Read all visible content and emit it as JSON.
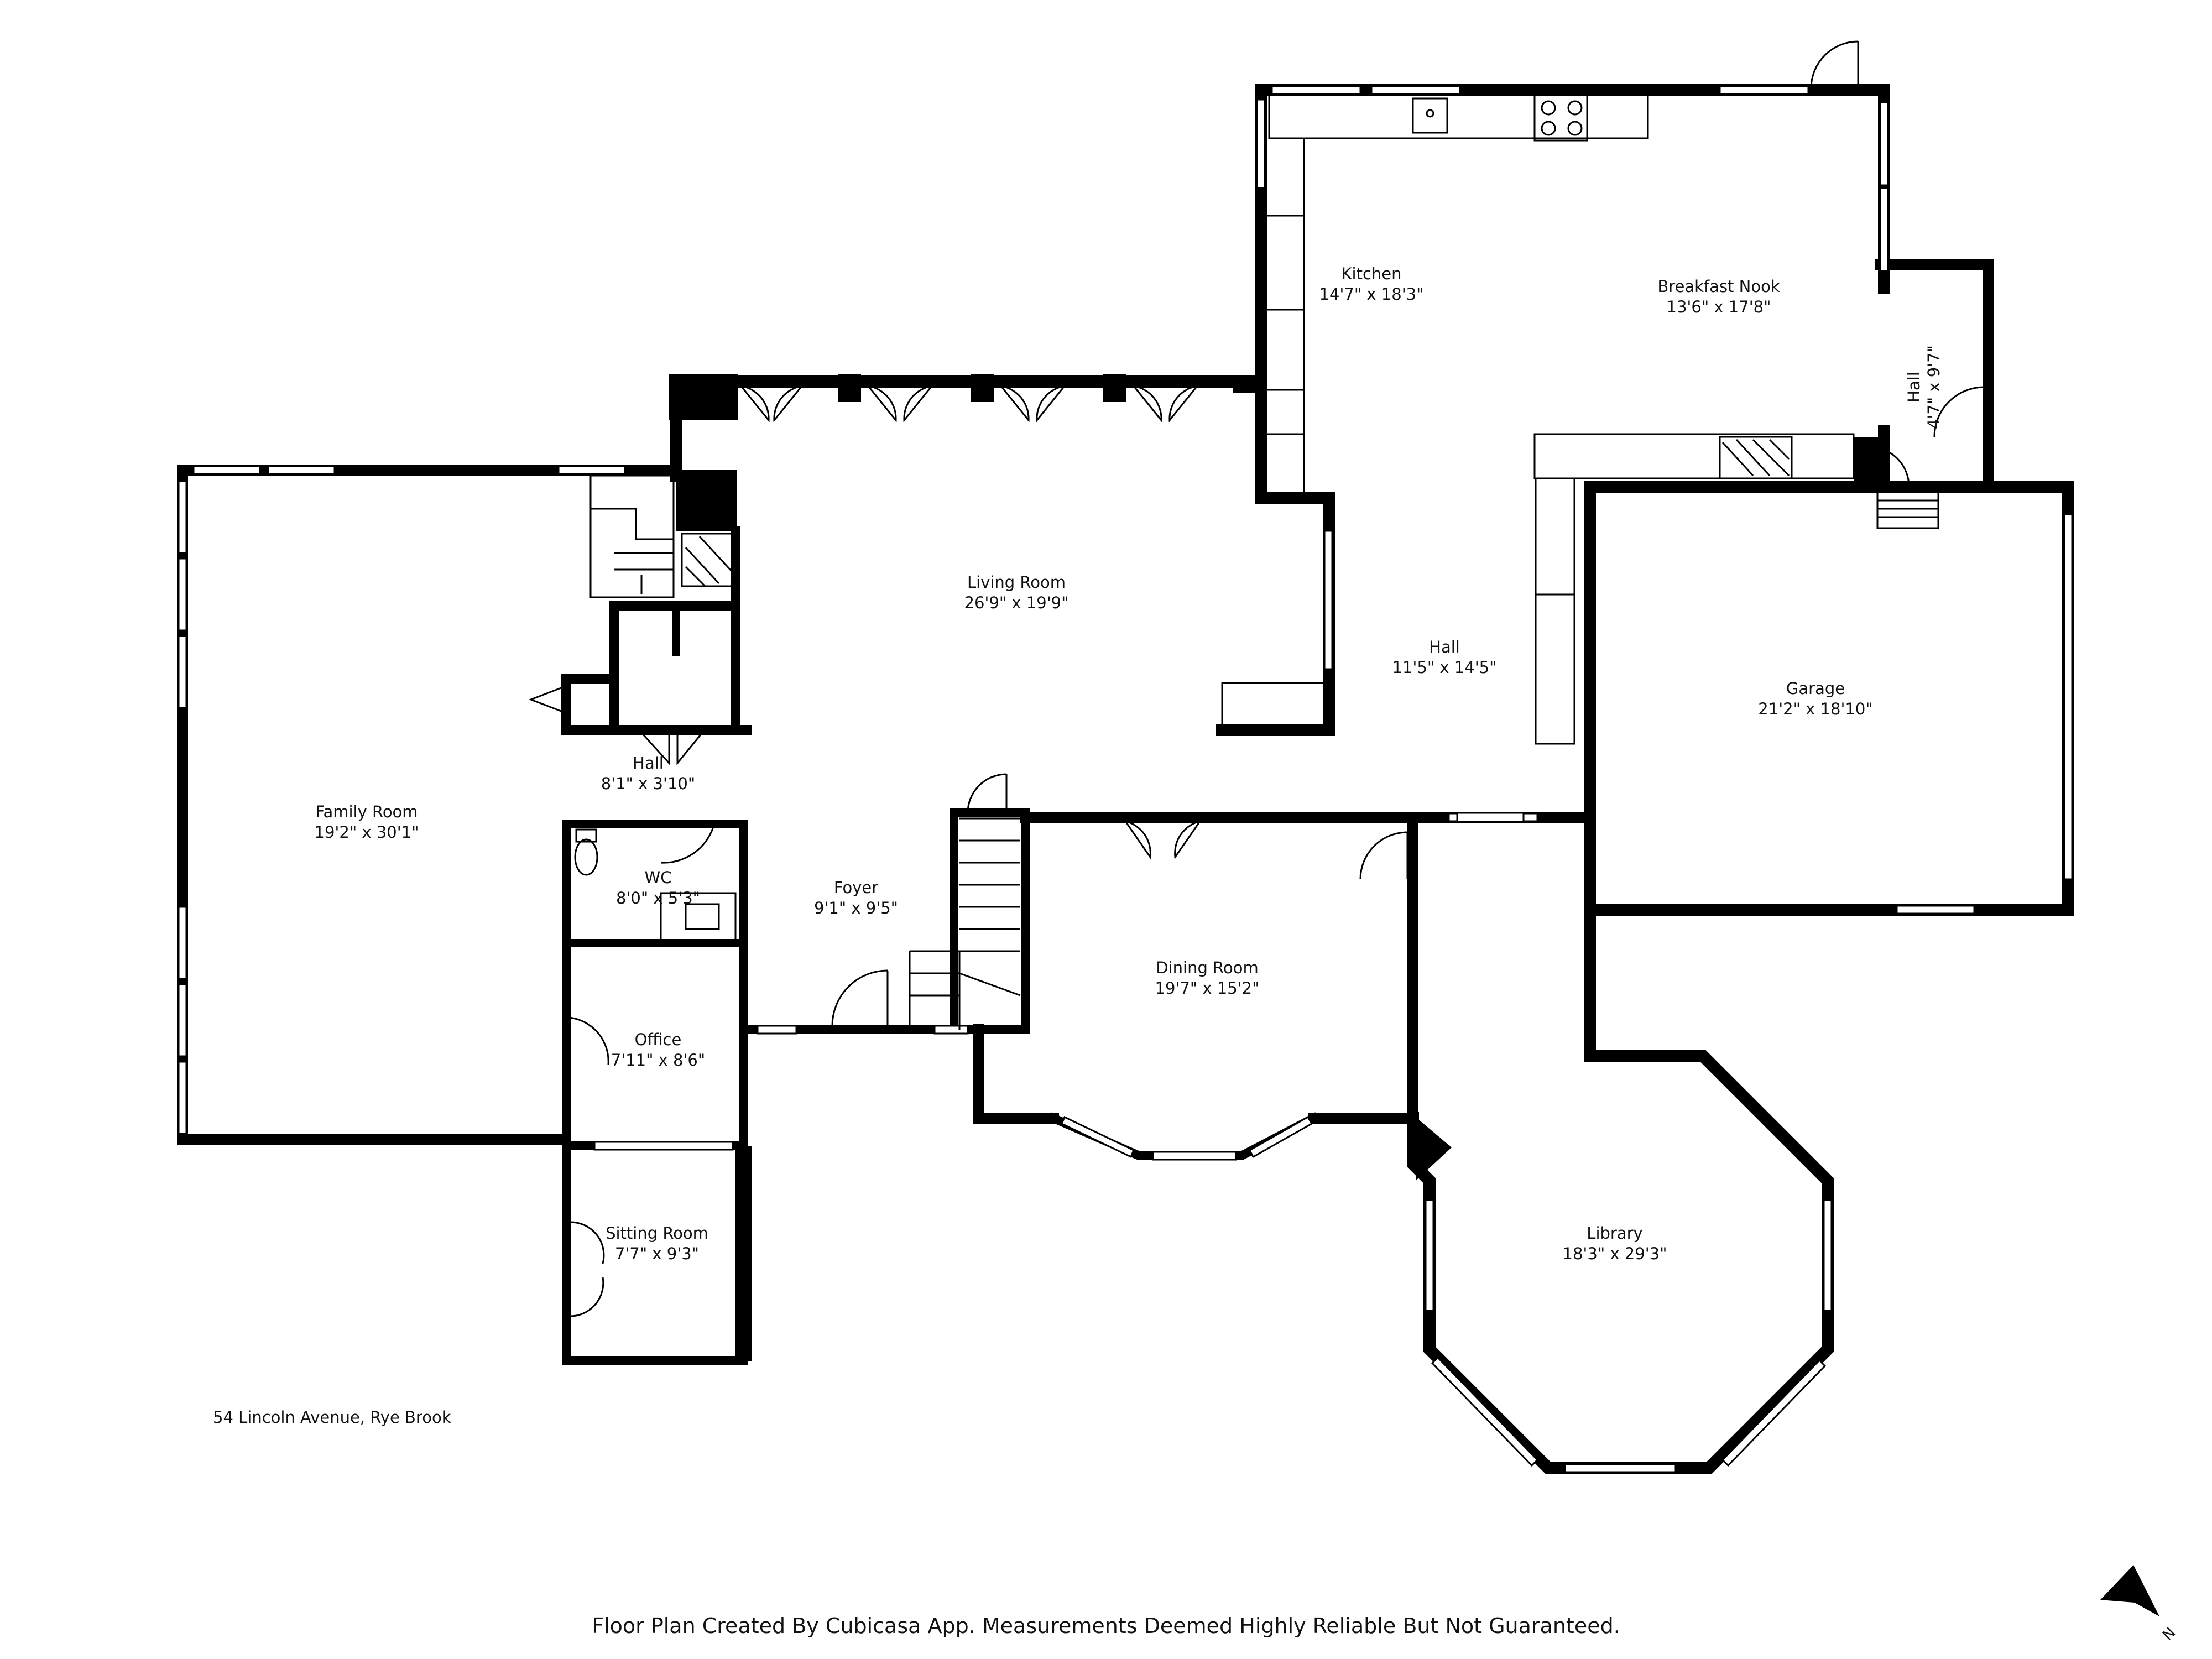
{
  "address": "54 Lincoln Avenue, Rye Brook",
  "footer": "Floor Plan Created By Cubicasa App. Measurements Deemed Highly Reliable But Not Guaranteed.",
  "compass_label": "N",
  "rooms": {
    "kitchen": {
      "name": "Kitchen",
      "dims": "14'7\" x 18'3\""
    },
    "breakfast_nook": {
      "name": "Breakfast Nook",
      "dims": "13'6\" x 17'8\""
    },
    "hall_north": {
      "name": "Hall",
      "dims": "4'7\" x 9'7\""
    },
    "living_room": {
      "name": "Living Room",
      "dims": "26'9\" x 19'9\""
    },
    "hall_center": {
      "name": "Hall",
      "dims": "11'5\" x 14'5\""
    },
    "garage": {
      "name": "Garage",
      "dims": "21'2\" x 18'10\""
    },
    "family_room": {
      "name": "Family Room",
      "dims": "19'2\" x 30'1\""
    },
    "hall_west": {
      "name": "Hall",
      "dims": "8'1\" x 3'10\""
    },
    "wc": {
      "name": "WC",
      "dims": "8'0\" x 5'3\""
    },
    "foyer": {
      "name": "Foyer",
      "dims": "9'1\" x 9'5\""
    },
    "dining_room": {
      "name": "Dining Room",
      "dims": "19'7\" x 15'2\""
    },
    "office": {
      "name": "Office",
      "dims": "7'11\" x 8'6\""
    },
    "sitting_room": {
      "name": "Sitting Room",
      "dims": "7'7\" x 9'3\""
    },
    "library": {
      "name": "Library",
      "dims": "18'3\" x 29'3\""
    }
  }
}
